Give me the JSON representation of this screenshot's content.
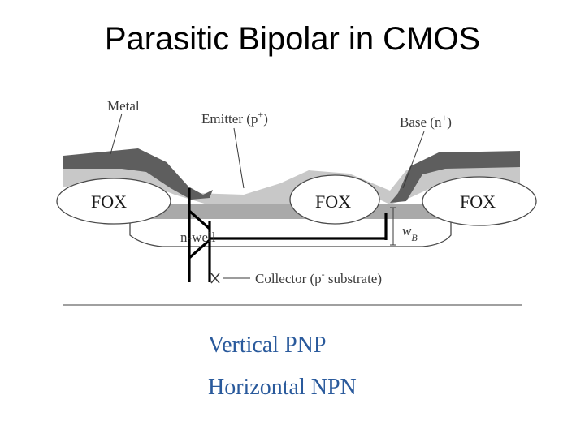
{
  "title": "Parasitic Bipolar in CMOS",
  "labels": {
    "metal": "Metal",
    "emitter": "Emitter (p",
    "emitter_sup": "+",
    "emitter_close": ")",
    "base": "Base (n",
    "base_sup": "+",
    "base_close": ")",
    "fox_left": "FOX",
    "fox_middle": "FOX",
    "fox_right": "FOX",
    "nwell": "n-well",
    "wb": "w",
    "wb_sub": "B",
    "collector": "Collector (p",
    "collector_sup": "-",
    "collector_close": " substrate)"
  },
  "captions": {
    "vertical": "Vertical PNP",
    "horizontal": "Horizontal NPN"
  },
  "colors": {
    "metal": "#5e5e5e",
    "oxide": "#c8c8c8",
    "active": "#a9a9a9",
    "caption": "#2a5a9c"
  }
}
